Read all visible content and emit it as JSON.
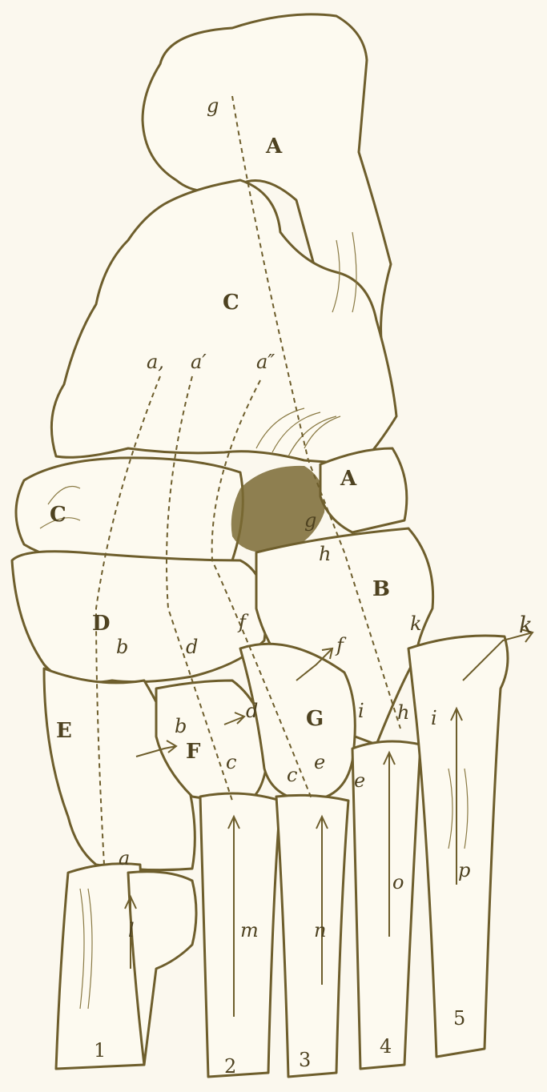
{
  "colors": {
    "ink": "#6e5e2c",
    "paper": "#fbf8ee",
    "bone": "#fdfaf0"
  },
  "labels": {
    "A1": "A",
    "A2": "A",
    "B": "B",
    "C1": "C",
    "C2": "C",
    "D": "D",
    "E": "E",
    "F": "F",
    "G": "G",
    "a1": "a,",
    "a2": "a′",
    "a3": "a″",
    "a4": "a",
    "b1": "b",
    "b2": "b",
    "c1": "c",
    "c2": "c",
    "d1": "d",
    "d2": "d",
    "e1": "e",
    "e2": "e",
    "f1": "f",
    "f2": "f",
    "g1": "g",
    "g2": "g",
    "h1": "h",
    "h2": "h",
    "i1": "i",
    "i2": "i",
    "k1": "k",
    "k2": "k",
    "l": "l",
    "m": "m",
    "n": "n",
    "o": "o",
    "p": "p",
    "n1": "1",
    "n2": "2",
    "n3": "3",
    "n4": "4",
    "n5": "5"
  }
}
